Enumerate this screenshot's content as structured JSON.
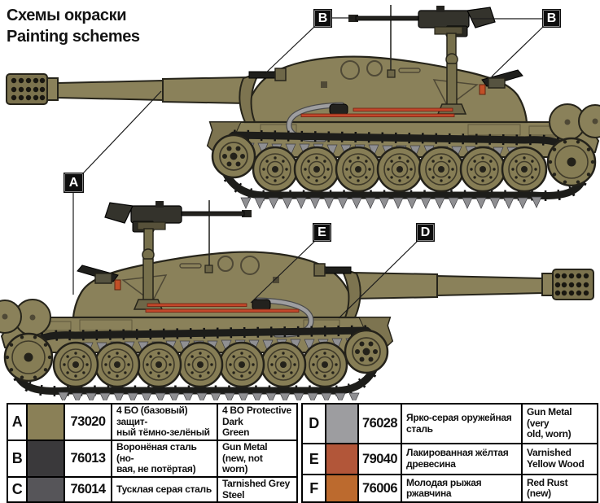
{
  "title": {
    "line1": "Схемы окраски",
    "line2": "Painting schemes"
  },
  "callouts": {
    "a": "A",
    "b_left": "B",
    "b_right": "B",
    "e": "E",
    "d": "D"
  },
  "paint_table": {
    "rows": [
      {
        "letter": "A",
        "code": "73020",
        "swatch": "#8a8057",
        "ru": "4 БО (базовый) защит-\nный тёмно-зелёный",
        "en": "4 BO Protective Dark\nGreen"
      },
      {
        "letter": "B",
        "code": "76013",
        "swatch": "#3a393b",
        "ru": "Воронёная сталь (но-\nвая, не потёртая)",
        "en": "Gun Metal (new, not\nworn)"
      },
      {
        "letter": "C",
        "code": "76014",
        "swatch": "#565559",
        "ru": "Тусклая серая сталь",
        "en": "Tarnished Grey Steel"
      },
      {
        "letter": "D",
        "code": "76028",
        "swatch": "#9d9da0",
        "ru": "Ярко-серая оружейная\nсталь",
        "en": "Gun Metal (very\nold, worn)"
      },
      {
        "letter": "E",
        "code": "79040",
        "swatch": "#b25639",
        "ru": "Лакированная жёлтая\nдревесина",
        "en": "Varnished\nYellow Wood"
      },
      {
        "letter": "F",
        "code": "76006",
        "swatch": "#bc6a2e",
        "ru": "Молодая рыжая ржавчина",
        "en": "Red Rust (new)"
      }
    ]
  },
  "art_colors": {
    "hull_olive": "#8a815a",
    "track_black": "#1d1d1a",
    "cable_grey": "#9e9ea0",
    "tool_red": "#c2472b",
    "callout_bg": "#0e0e0e"
  }
}
